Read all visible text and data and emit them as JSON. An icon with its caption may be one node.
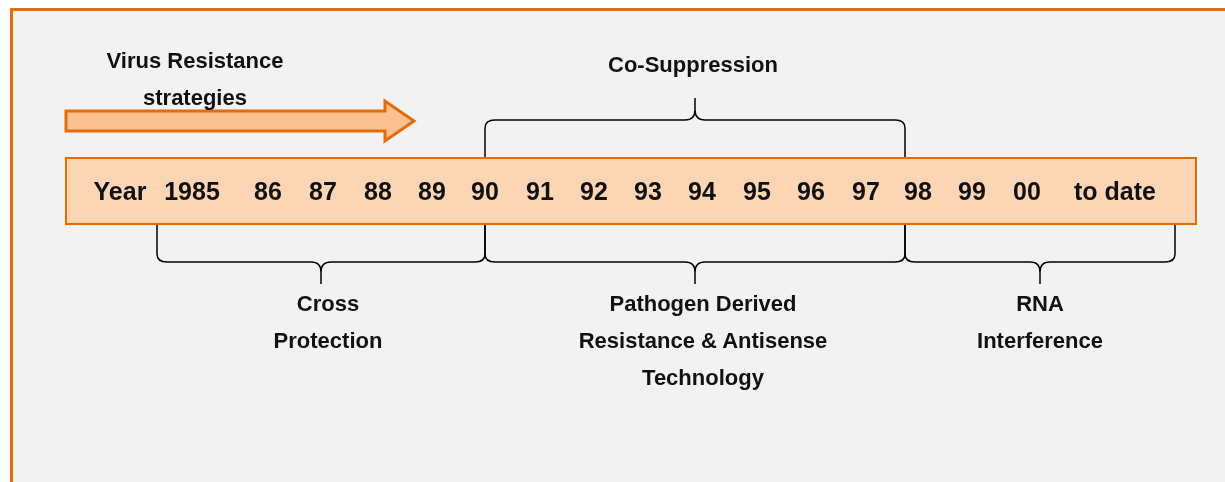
{
  "diagram": {
    "nodes": [
      {
        "text": [
          "Year",
          "1985",
          "86",
          "87",
          "88",
          "89",
          "90",
          "91",
          "92",
          "93",
          "94",
          "95",
          "96",
          "97",
          "98",
          "99",
          "00",
          "to date"
        ]
      }
    ],
    "edges": [],
    "labels": [
      "Virus Resistance strategies",
      "Co-Suppression",
      "Cross Protection",
      "Pathogen Derived Resistance & Antisense Technology",
      "RNA Interference"
    ]
  }
}
